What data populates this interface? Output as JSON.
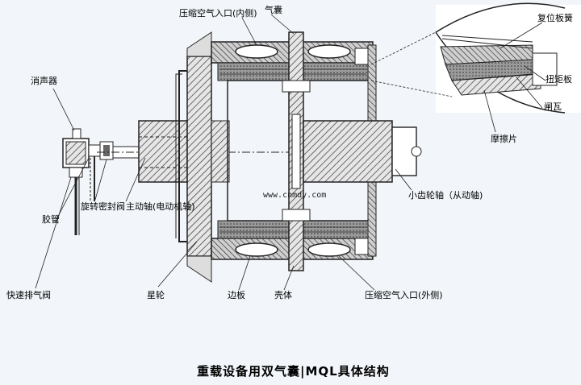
{
  "labels": {
    "silencer": "消声器",
    "hose": "胶管",
    "quick_exhaust_valve": "快速排气阀",
    "rotary_seal_valve": "旋转密封阀",
    "main_shaft": "主动轴(电动机轴)",
    "star_wheel": "星轮",
    "side_plate": "边板",
    "housing": "壳体",
    "air_inlet_outer": "压缩空气入口(外侧)",
    "air_inlet_inner": "压缩空气入口(内侧)",
    "airbag": "气囊",
    "return_spring": "复位板簧",
    "torque_plate": "扭矩板",
    "brake_shoe": "闸瓦",
    "friction_pad": "摩擦片",
    "pinion_shaft": "小齿轮轴（从动轴)"
  },
  "watermark": "www.cnmdy.com",
  "caption": "重载设备用双气囊|MQL具体结构",
  "colors": {
    "background": "#f2f6fa",
    "line": "#1a1a1a",
    "hatch_gray": "#8a8a8a",
    "dark": "#222222"
  }
}
